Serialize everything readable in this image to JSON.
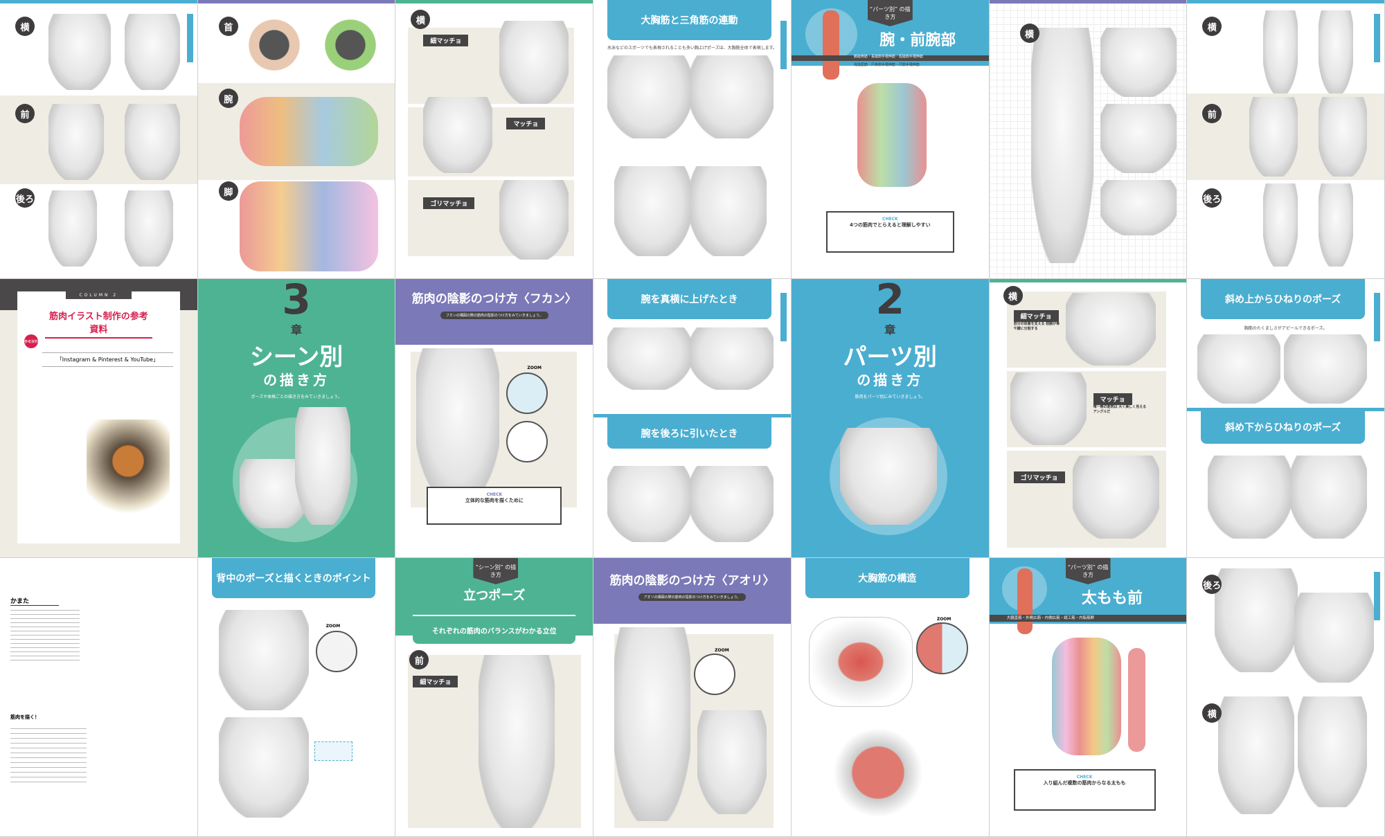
{
  "colors": {
    "blue": "#4aaed0",
    "green": "#4eb393",
    "purple": "#7b79b8",
    "dark": "#4a4848",
    "accent_red": "#d6204e"
  },
  "row1": {
    "p1": {
      "badges": [
        "横",
        "前",
        "後ろ"
      ]
    },
    "p2": {
      "badges": [
        "首",
        "腕",
        "脚"
      ]
    },
    "p3": {
      "badge": "横",
      "labels": [
        "細マッチョ",
        "マッチョ",
        "ゴリマッチョ"
      ]
    },
    "p4": {
      "title": "大胸筋と三角筋の連動",
      "lead": "水泳などのスポーツでも表現されることも多い胸上げポーズは、大胸筋全体で表現します。"
    },
    "p5": {
      "tag": "“パーツ別” の描き方",
      "title": "腕・前腕部",
      "subtitle1": "腕橈骨筋・長橈側手根伸筋・短橈側手根伸筋",
      "subtitle2": "浅指屈筋・尺骨側手根伸筋・尺側手根伸筋",
      "check_label": "CHECK",
      "check_text": "4つの筋肉でとらえると理解しやすい"
    },
    "p6": {
      "badge": "横"
    },
    "p7": {
      "badges": [
        "横",
        "前",
        "後ろ"
      ]
    }
  },
  "row2": {
    "p1": {
      "column": "COLUMN 2",
      "title": "筋肉イラスト制作の参考資料",
      "badge": "参考資料",
      "heading": "「Instagram & Pinterest & YouTube」"
    },
    "p2": {
      "num": "3",
      "chapter": "章",
      "title": "シーン別",
      "sub": "の描き方",
      "lead": "ポーズや体格ごとの描き方をみていきましょう。"
    },
    "p3": {
      "title": "筋肉の陰影のつけ方〈フカン〉",
      "lead": "フカンの構図の際の筋肉の陰影のつけ方をみていきましょう。",
      "zoom": "ZOOM",
      "check_label": "CHECK",
      "check_text": "立体的な筋肉を描くために"
    },
    "p4": {
      "title1": "腕を真横に上げたとき",
      "title2": "腕を後ろに引いたとき"
    },
    "p5": {
      "num": "2",
      "chapter": "章",
      "title": "パーツ別",
      "sub": "の描き方",
      "lead": "筋肉をパーツ別にみていきましょう。"
    },
    "p6": {
      "badge": "横",
      "labels": [
        "細マッチョ",
        "マッチョ",
        "ゴリマッチョ"
      ],
      "caption1": "自分の体重を支える 前腕が骨や腱に分割する",
      "caption2": "唯一無の筋肉は 大く美しく見えるアングルだ"
    },
    "p7": {
      "title1": "斜め上からひねりのポーズ",
      "title2": "斜め下からひねりのポーズ",
      "lead": "胸筋のたくましさがアピールできるポーズ。"
    }
  },
  "row3": {
    "p1": {
      "author": "かまた",
      "book": "筋肉を描く！"
    },
    "p2": {
      "title": "背中のポーズと描くときのポイント",
      "zoom": "ZOOM"
    },
    "p3": {
      "tag": "“シーン別” の描き方",
      "title": "立つポーズ",
      "subtitle": "それぞれの筋肉のバランスがわかる立位",
      "badge": "前",
      "label": "細マッチョ"
    },
    "p4": {
      "title": "筋肉の陰影のつけ方〈アオリ〉",
      "lead": "アオリの構図の際の筋肉の陰影のつけ方をみていきましょう。",
      "zoom": "ZOOM"
    },
    "p5": {
      "title": "大胸筋の構造",
      "zoom": "ZOOM"
    },
    "p6": {
      "tag": "“パーツ別” の描き方",
      "title": "太もも前",
      "subtitle": "大腿直筋・外側広筋・内側広筋・縫工筋・内転筋群",
      "check_label": "CHECK",
      "check_text": "入り組んだ複数の筋肉からなる太もも"
    },
    "p7": {
      "badges": [
        "後ろ",
        "横"
      ]
    }
  }
}
